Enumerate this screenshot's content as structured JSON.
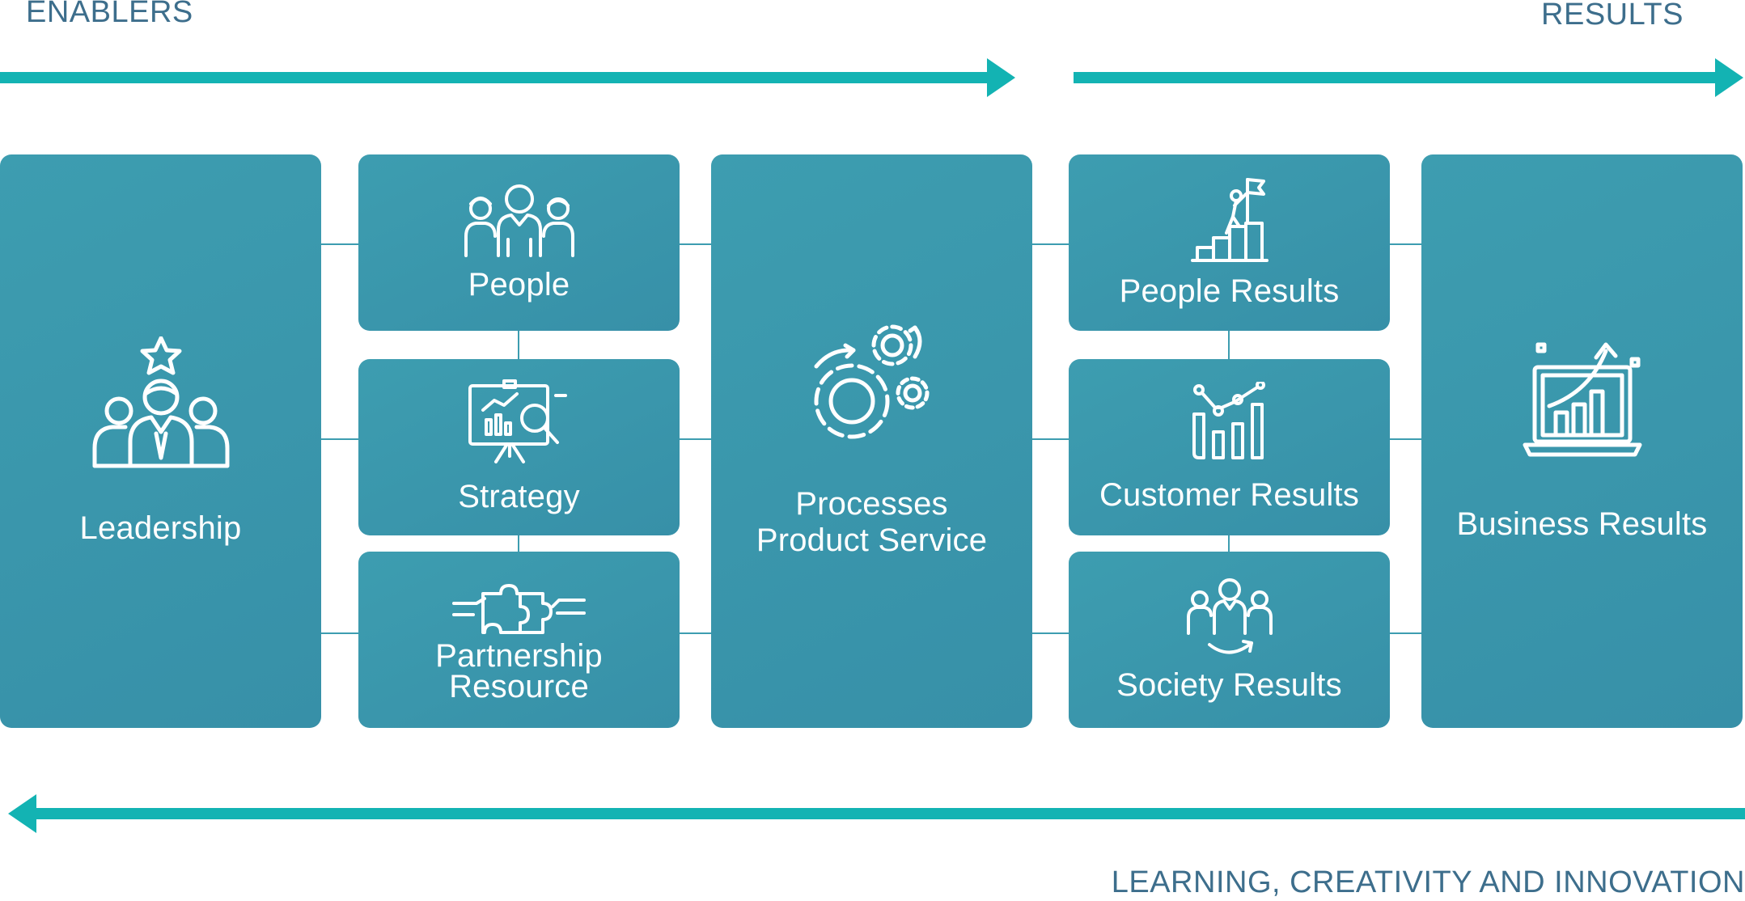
{
  "headings": {
    "enablers": "ENABLERS",
    "results": "RESULTS",
    "learning": "LEARNING, CREATIVITY AND INNOVATION"
  },
  "boxes": {
    "leadership": {
      "label": "Leadership",
      "icon": "leadership-icon"
    },
    "people": {
      "label": "People",
      "icon": "people-group-icon"
    },
    "strategy": {
      "label": "Strategy",
      "icon": "strategy-presentation-icon"
    },
    "partnership": {
      "label": "Partnership\nResource",
      "icon": "puzzle-handshake-icon"
    },
    "processes": {
      "label": "Processes\nProduct Service",
      "icon": "gears-icon"
    },
    "people_results": {
      "label": "People Results",
      "icon": "climbing-flag-icon"
    },
    "customer_results": {
      "label": "Customer Results",
      "icon": "growth-chart-icon"
    },
    "society_results": {
      "label": "Society Results",
      "icon": "community-icon"
    },
    "business_results": {
      "label": "Business Results",
      "icon": "laptop-growth-icon"
    }
  },
  "colors": {
    "box": "#3a96ab",
    "arrow": "#13b3b3",
    "heading": "#3d6e8c"
  }
}
